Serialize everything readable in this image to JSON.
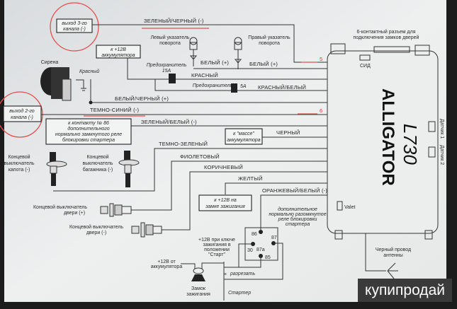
{
  "diagram": {
    "channel3_box": [
      "выход 3-го",
      "канала (-)"
    ],
    "channel2_box": [
      "выход 2-го",
      "канала (-)"
    ],
    "wires": {
      "green_black": "ЗЕЛЕНЫЙ/ЧЕРНЫЙ (-)",
      "white_left": "БЕЛЫЙ (+)",
      "white_right": "БЕЛЫЙ (+)",
      "red": "КРАСНЫЙ",
      "red_white": "КРАСНЫЙ/БЕЛЫЙ",
      "white_black": "БЕЛЫЙ/ЧЕРНЫЙ (+)",
      "dark_blue": "ТЕМНО-СИНИЙ (-)",
      "green_white": "ЗЕЛЕНЫЙ/БЕЛЫЙ (-)",
      "dark_green": "ТЕМНО-ЗЕЛЕНЫЙ",
      "black": "ЧЕРНЫЙ",
      "violet": "ФИОЛЕТОВЫЙ",
      "brown": "КОРИЧНЕВЫЙ",
      "yellow": "ЖЕЛТЫЙ",
      "orange_white": "ОРАНЖЕВЫЙ/БЕЛЫЙ (-)"
    },
    "left_turn": [
      "Левый указатель",
      "поворота"
    ],
    "right_turn": [
      "Правый указатель",
      "поворота"
    ],
    "battery_box": [
      "к +12В",
      "аккумулятора"
    ],
    "fuse15": [
      "Предохранитель",
      "15А"
    ],
    "fuse5": [
      "Предохранитель",
      "5А"
    ],
    "siren": "Сирена",
    "siren_wire": "Красный",
    "relay86_box": [
      "к контакту № 86",
      "дополнительного",
      "нормально замкнутого реле",
      "блокировки стартера"
    ],
    "ground_box": [
      "к \"массе\"",
      "аккумулятора"
    ],
    "hood_switch": [
      "Концевой",
      "выключатель",
      "капота (-)"
    ],
    "trunk_switch": [
      "Концевой",
      "выключатель",
      "багажника (-)"
    ],
    "door_plus": [
      "Концевой выключатель",
      "двери (+)"
    ],
    "door_minus": [
      "Концевой выключатель",
      "двери (-)"
    ],
    "ignition_box": [
      "к +12В на",
      "замке зажигания"
    ],
    "relay_desc": [
      "дополнительное",
      "нормально разомкнутое",
      "реле блокировки",
      "стартера"
    ],
    "relay_pins": [
      "86",
      "87",
      "30",
      "87а",
      "85"
    ],
    "start_label": [
      "+12В при ключе",
      "зажигания в",
      "положении",
      "\"Старт\""
    ],
    "battery_plus": [
      "+12В от",
      "аккумулятора"
    ],
    "ignition_lock": [
      "Замок",
      "зажигания"
    ],
    "cut": "разрезать",
    "starter": "Стартер",
    "connector": [
      "6-контактный разъем для",
      "подключения замков дверей"
    ],
    "led": "СИД",
    "sensor1": "Датчик 1",
    "sensor2": "Датчик 2",
    "valet": "Valet",
    "antenna": [
      "Черный провод",
      "антенны"
    ],
    "logo": "ALLIGATOR",
    "model": "L730",
    "marks": [
      "5",
      "6"
    ]
  },
  "watermark": "купипродай"
}
